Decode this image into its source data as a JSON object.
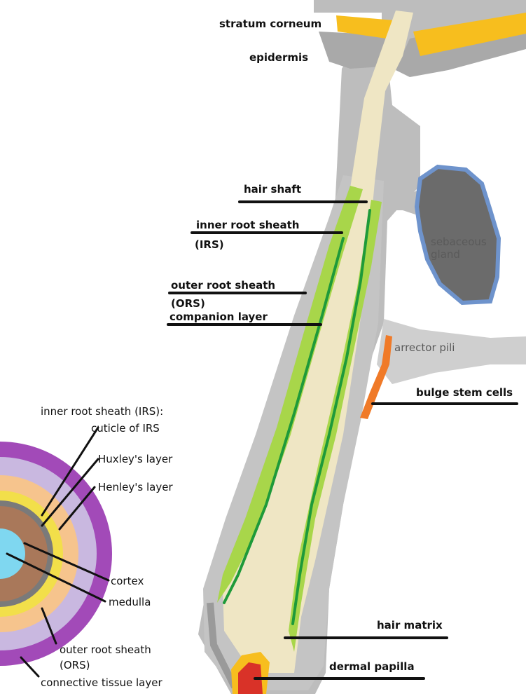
{
  "labels": {
    "stratum_corneum": "stratum corneum",
    "epidermis": "epidermis",
    "hair_shaft": "hair shaft",
    "inner_root_sheath": "inner root sheath",
    "irs_abbr": "(IRS)",
    "outer_root_sheath": "outer root sheath",
    "ors_abbr": "(ORS)",
    "companion_layer": "companion layer",
    "sebaceous_gland": "sebaceous gland",
    "arrector_pili": "arrector pili",
    "bulge_stem_cells": "bulge stem cells",
    "hair_matrix": "hair matrix",
    "dermal_papilla": "dermal papilla",
    "irs_heading": "inner root sheath (IRS):",
    "cuticle_of_irs": "cuticle of IRS",
    "huxleys_layer": "Huxley's layer",
    "henleys_layer": "Henley's layer",
    "cortex": "cortex",
    "medulla": "medulla",
    "cross_ors": "outer root sheath",
    "cross_ors_abbr": "(ORS)",
    "connective_tissue_layer": "connective tissue layer"
  },
  "colors": {
    "stratum_corneum": "#f7be1e",
    "epidermis": "#a9a9a9",
    "ors": "#c4c4c4",
    "hair_shaft": "#efe6c4",
    "irs_green": "#a8d64a",
    "companion_green": "#1e9a3a",
    "sebaceous_fill": "#6b6b6b",
    "sebaceous_outline": "#6e93cc",
    "arrector_pili": "#cfcfcf",
    "bulge": "#f07a28",
    "dermal_papilla": "#d93228",
    "papilla_rim": "#f7be1e",
    "connective_tissue": "#a24ab8",
    "cross_ors": "#c9b8e0",
    "henley": "#f6c48d",
    "huxley": "#f2df4a",
    "cuticle": "#7a7a7a",
    "cortex": "#a9785a",
    "medulla": "#7fd7f0"
  }
}
